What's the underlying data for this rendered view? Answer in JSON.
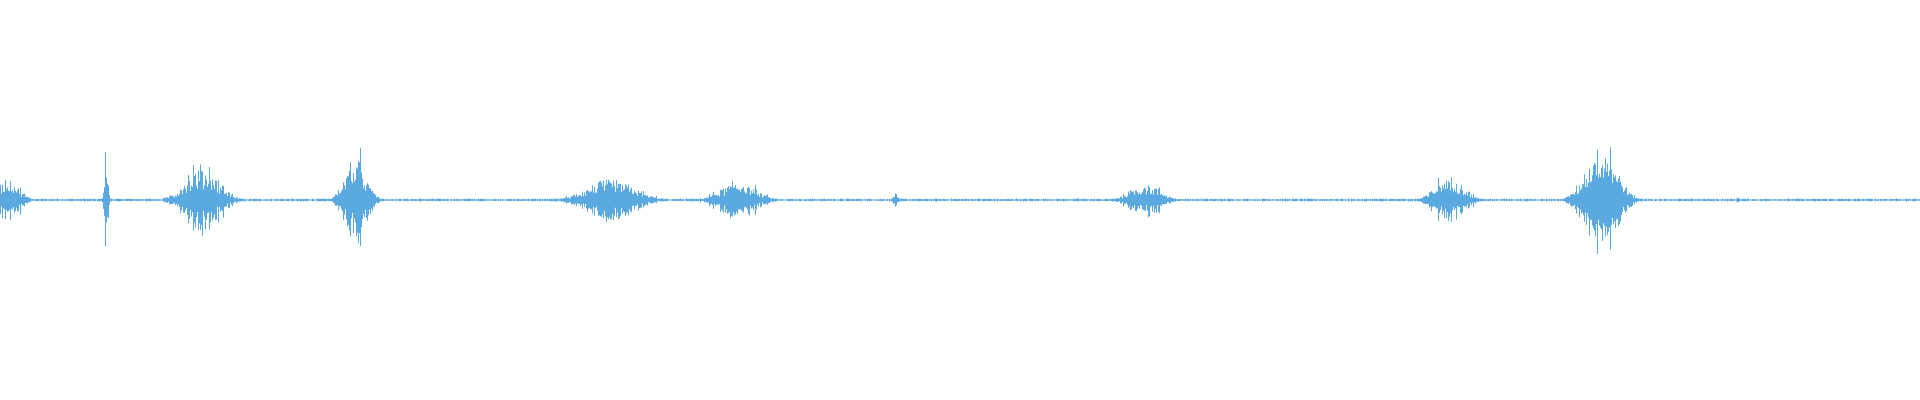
{
  "waveform": {
    "color": "#5aa9e0",
    "background": "#ffffff",
    "baseline_amplitude": 0.006,
    "bursts": [
      {
        "position": 0.004,
        "width": 0.009,
        "amplitude": 0.11
      },
      {
        "position": 0.055,
        "width": 0.003,
        "amplitude": 0.26,
        "spike": true
      },
      {
        "position": 0.105,
        "width": 0.014,
        "amplitude": 0.16
      },
      {
        "position": 0.185,
        "width": 0.009,
        "amplitude": 0.2
      },
      {
        "position": 0.318,
        "width": 0.02,
        "amplitude": 0.1
      },
      {
        "position": 0.384,
        "width": 0.015,
        "amplitude": 0.09
      },
      {
        "position": 0.466,
        "width": 0.002,
        "amplitude": 0.035
      },
      {
        "position": 0.596,
        "width": 0.013,
        "amplitude": 0.08
      },
      {
        "position": 0.755,
        "width": 0.012,
        "amplitude": 0.11
      },
      {
        "position": 0.834,
        "width": 0.013,
        "amplitude": 0.27
      },
      {
        "position": 0.905,
        "width": 0.001,
        "amplitude": 0.02
      }
    ]
  }
}
